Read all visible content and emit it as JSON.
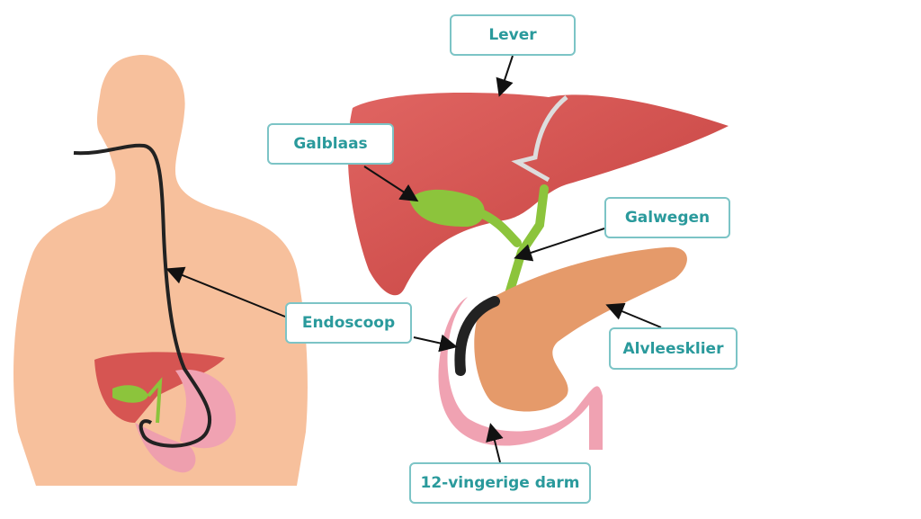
{
  "labels": {
    "lever": "Lever",
    "galblaas": "Galblaas",
    "galwegen": "Galwegen",
    "endoscoop": "Endoscoop",
    "alvleesklier": "Alvleesklier",
    "duodenum": "12-vingerige darm"
  },
  "colors": {
    "label_text": "#2a9a9c",
    "label_border": "#7cc4c6",
    "body": "#f7c09c",
    "liver": "#d65552",
    "gallbladder": "#8cc43c",
    "pancreas": "#e59a6a",
    "duodenum": "#f0a2b2",
    "endoscope": "#222222"
  }
}
